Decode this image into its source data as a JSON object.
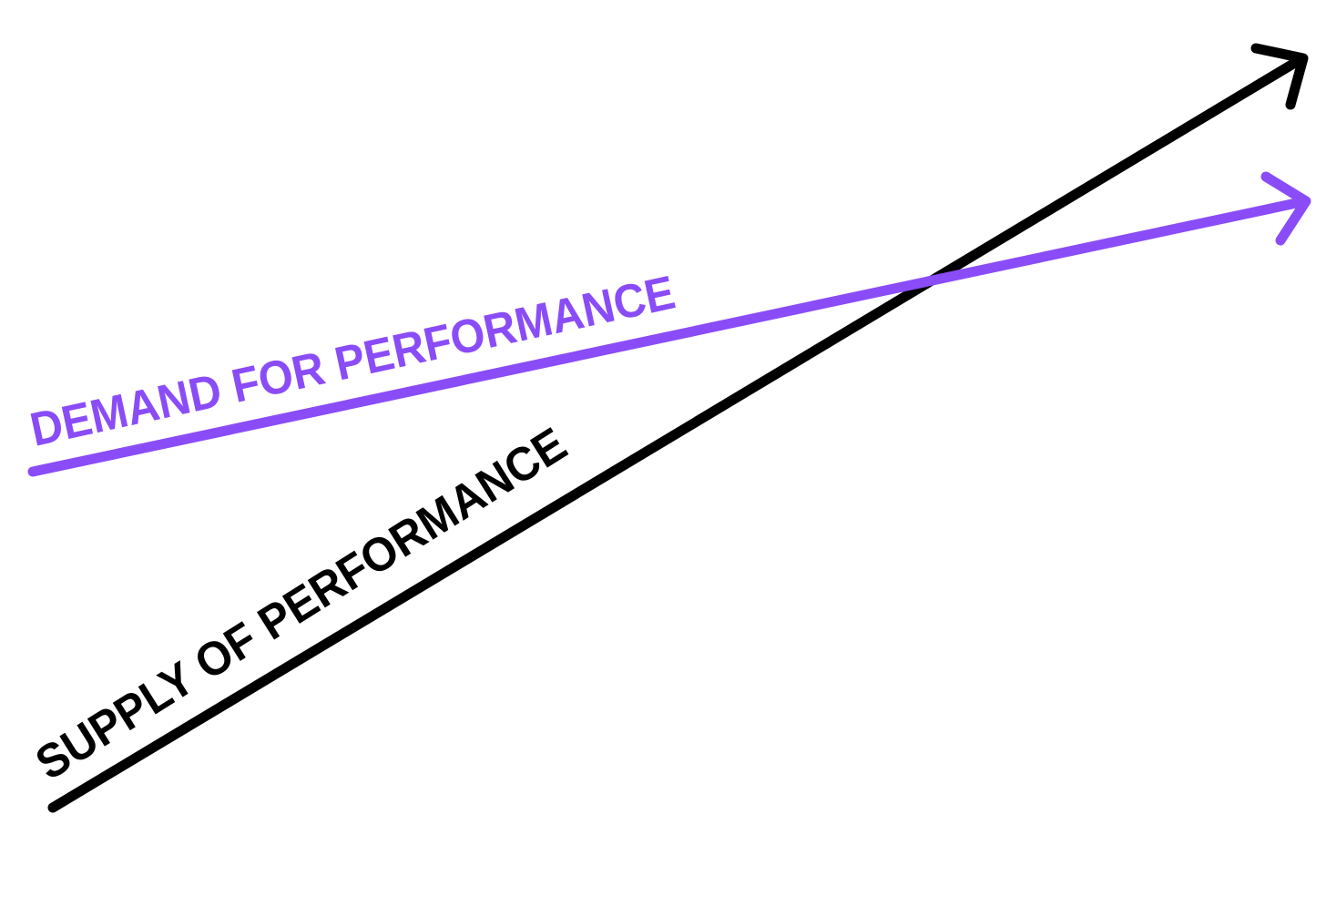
{
  "diagram": {
    "lines": [
      {
        "id": "supply",
        "label": "SUPPLY OF PERFORMANCE",
        "color": "#000000",
        "trend": "steep rise",
        "relative_slope": 0.6
      },
      {
        "id": "demand",
        "label": "DEMAND FOR PERFORMANCE",
        "color": "#8A4CF7",
        "trend": "gentle rise",
        "relative_slope": 0.21
      }
    ],
    "crossing": "supply overtakes demand"
  }
}
